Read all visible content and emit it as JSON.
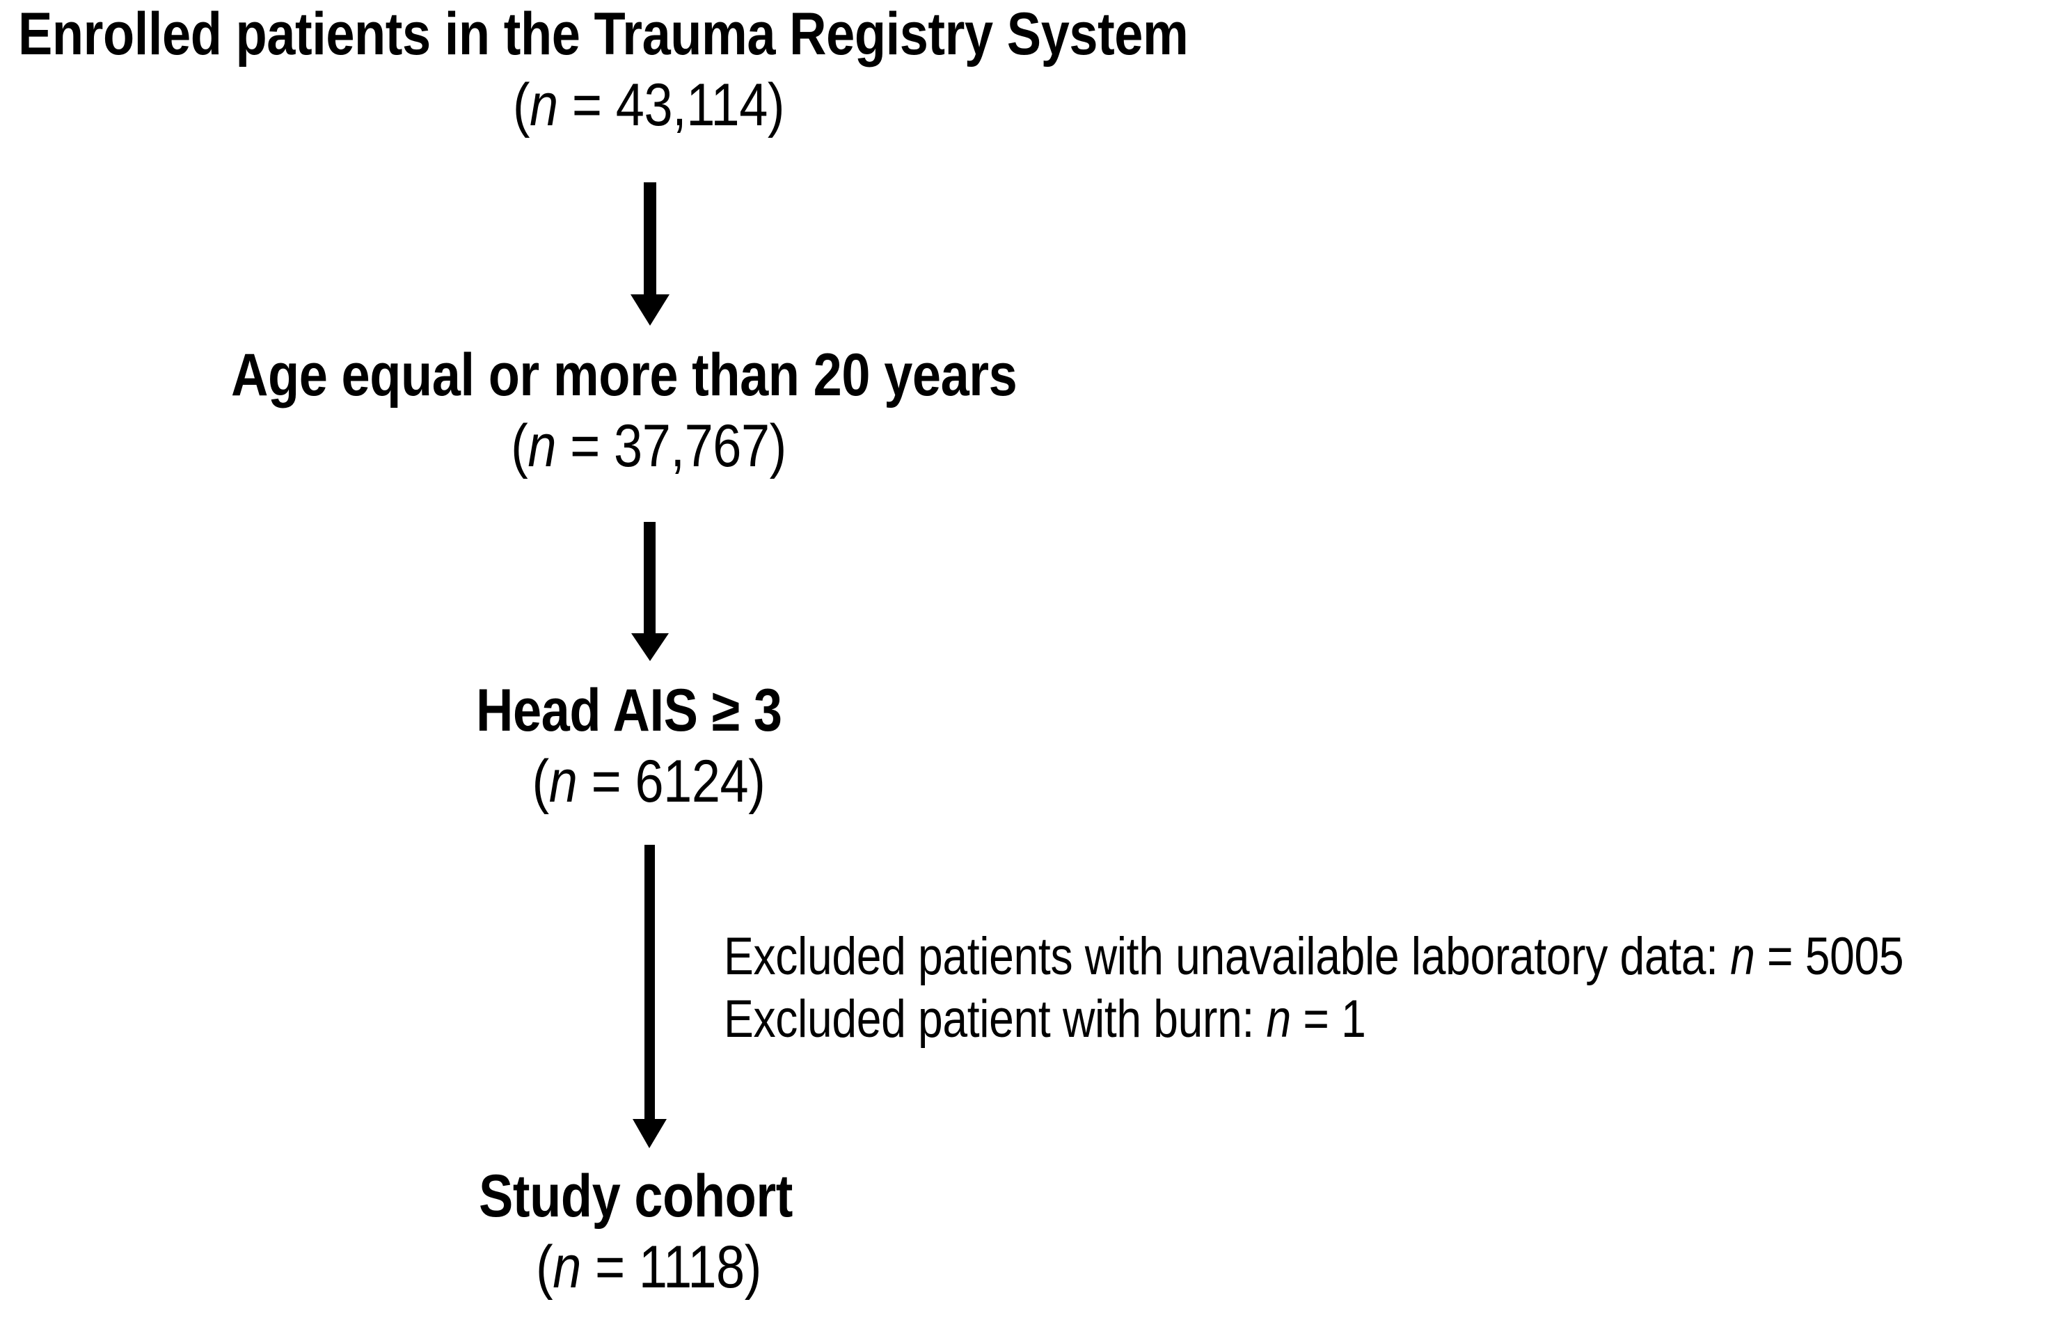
{
  "diagram": {
    "type": "flowchart",
    "title": "Patient enrollment and exclusion flow diagram",
    "background_color": "#ffffff",
    "stroke_color": "#000000"
  },
  "nodes": [
    {
      "id": "enrolled",
      "title": "Enrolled patients in the Trauma Registry System",
      "count_prefix": "(",
      "count_symbol": "n",
      "count_eq": " = ",
      "count_value": "43,114",
      "count_suffix": ")",
      "count_number": 43114
    },
    {
      "id": "age",
      "title": "Age equal or more than 20 years",
      "count_prefix": "(",
      "count_symbol": "n",
      "count_eq": " = ",
      "count_value": "37,767",
      "count_suffix": ")",
      "count_number": 37767
    },
    {
      "id": "head_ais",
      "title": "Head AIS ≥ 3",
      "count_prefix": "(",
      "count_symbol": "n",
      "count_eq": " = ",
      "count_value": "6124",
      "count_suffix": ")",
      "count_number": 6124
    },
    {
      "id": "cohort",
      "title": "Study cohort",
      "count_prefix": "(",
      "count_symbol": "n",
      "count_eq": " = ",
      "count_value": "1118",
      "count_suffix": ")",
      "count_number": 1118
    }
  ],
  "exclusions": [
    {
      "id": "excl_lab",
      "text_before": "Excluded patients with unavailable laboratory data: ",
      "symbol": "n",
      "eq": " = ",
      "value": "5005",
      "value_number": 5005
    },
    {
      "id": "excl_burn",
      "text_before": "Excluded patient with burn: ",
      "symbol": "n",
      "eq": " = ",
      "value": "1",
      "value_number": 1
    }
  ],
  "arrows": [
    {
      "id": "arrow-enrolled-to-age",
      "from": "enrolled",
      "to": "age",
      "direction": "down"
    },
    {
      "id": "arrow-age-to-head",
      "from": "age",
      "to": "head_ais",
      "direction": "down"
    },
    {
      "id": "arrow-head-to-cohort",
      "from": "head_ais",
      "to": "cohort",
      "direction": "down"
    }
  ]
}
